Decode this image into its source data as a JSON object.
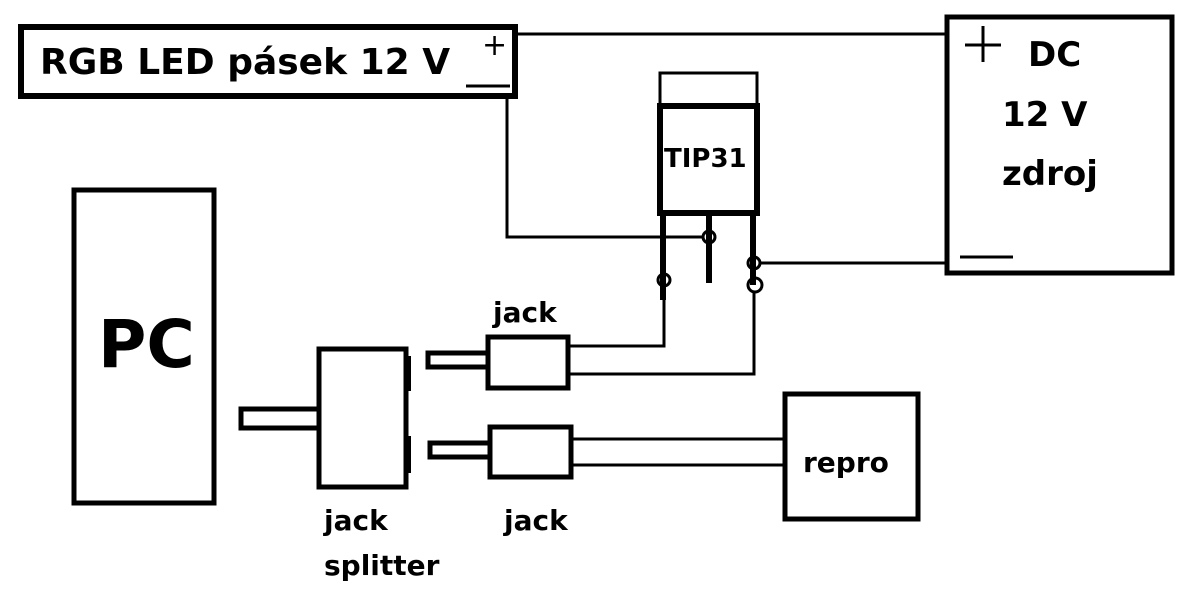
{
  "diagram": {
    "led_strip": {
      "label": "RGB LED pásek  12 V",
      "plus": "+",
      "minus": "—"
    },
    "power_supply": {
      "line1": "DC",
      "line2": "12 V",
      "line3": "zdroj",
      "plus": "+",
      "minus": "—"
    },
    "transistor": {
      "label": "TIP31"
    },
    "pc": {
      "label": "PC"
    },
    "splitter": {
      "line1": "jack",
      "line2": "splitter"
    },
    "jack_top": {
      "label": "jack"
    },
    "jack_bottom": {
      "label": "jack"
    },
    "speaker": {
      "label": "repro"
    }
  }
}
